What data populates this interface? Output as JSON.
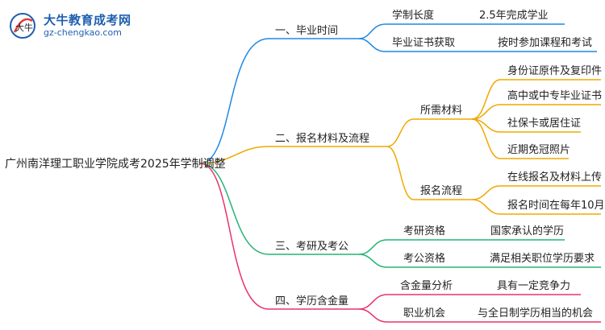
{
  "logo": {
    "title": "大牛教育成考网",
    "url": "gz-chengkao.com",
    "badge_text": "大牛"
  },
  "root": "广州南洋理工职业学院成考2025年学制调整",
  "colors": {
    "b1": "#1e88e5",
    "b2": "#f0a800",
    "b3": "#22b573",
    "b4": "#e8336b"
  },
  "branches": [
    {
      "label": "一、毕业时间",
      "items": [
        {
          "label": "学制长度",
          "value": "2.5年完成学业"
        },
        {
          "label": "毕业证书获取",
          "value": "按时参加课程和考试"
        }
      ]
    },
    {
      "label": "二、报名材料及流程",
      "groups": [
        {
          "label": "所需材料",
          "values": [
            "身份证原件及复印件",
            "高中或中专毕业证书",
            "社保卡或居住证",
            "近期免冠照片"
          ]
        },
        {
          "label": "报名流程",
          "values": [
            "在线报名及材料上传",
            "报名时间在每年10月"
          ]
        }
      ]
    },
    {
      "label": "三、考研及考公",
      "items": [
        {
          "label": "考研资格",
          "value": "国家承认的学历"
        },
        {
          "label": "考公资格",
          "value": "满足相关职位学历要求"
        }
      ]
    },
    {
      "label": "四、学历含金量",
      "items": [
        {
          "label": "含金量分析",
          "value": "具有一定竞争力"
        },
        {
          "label": "职业机会",
          "value": "与全日制学历相当的机会"
        }
      ]
    }
  ]
}
